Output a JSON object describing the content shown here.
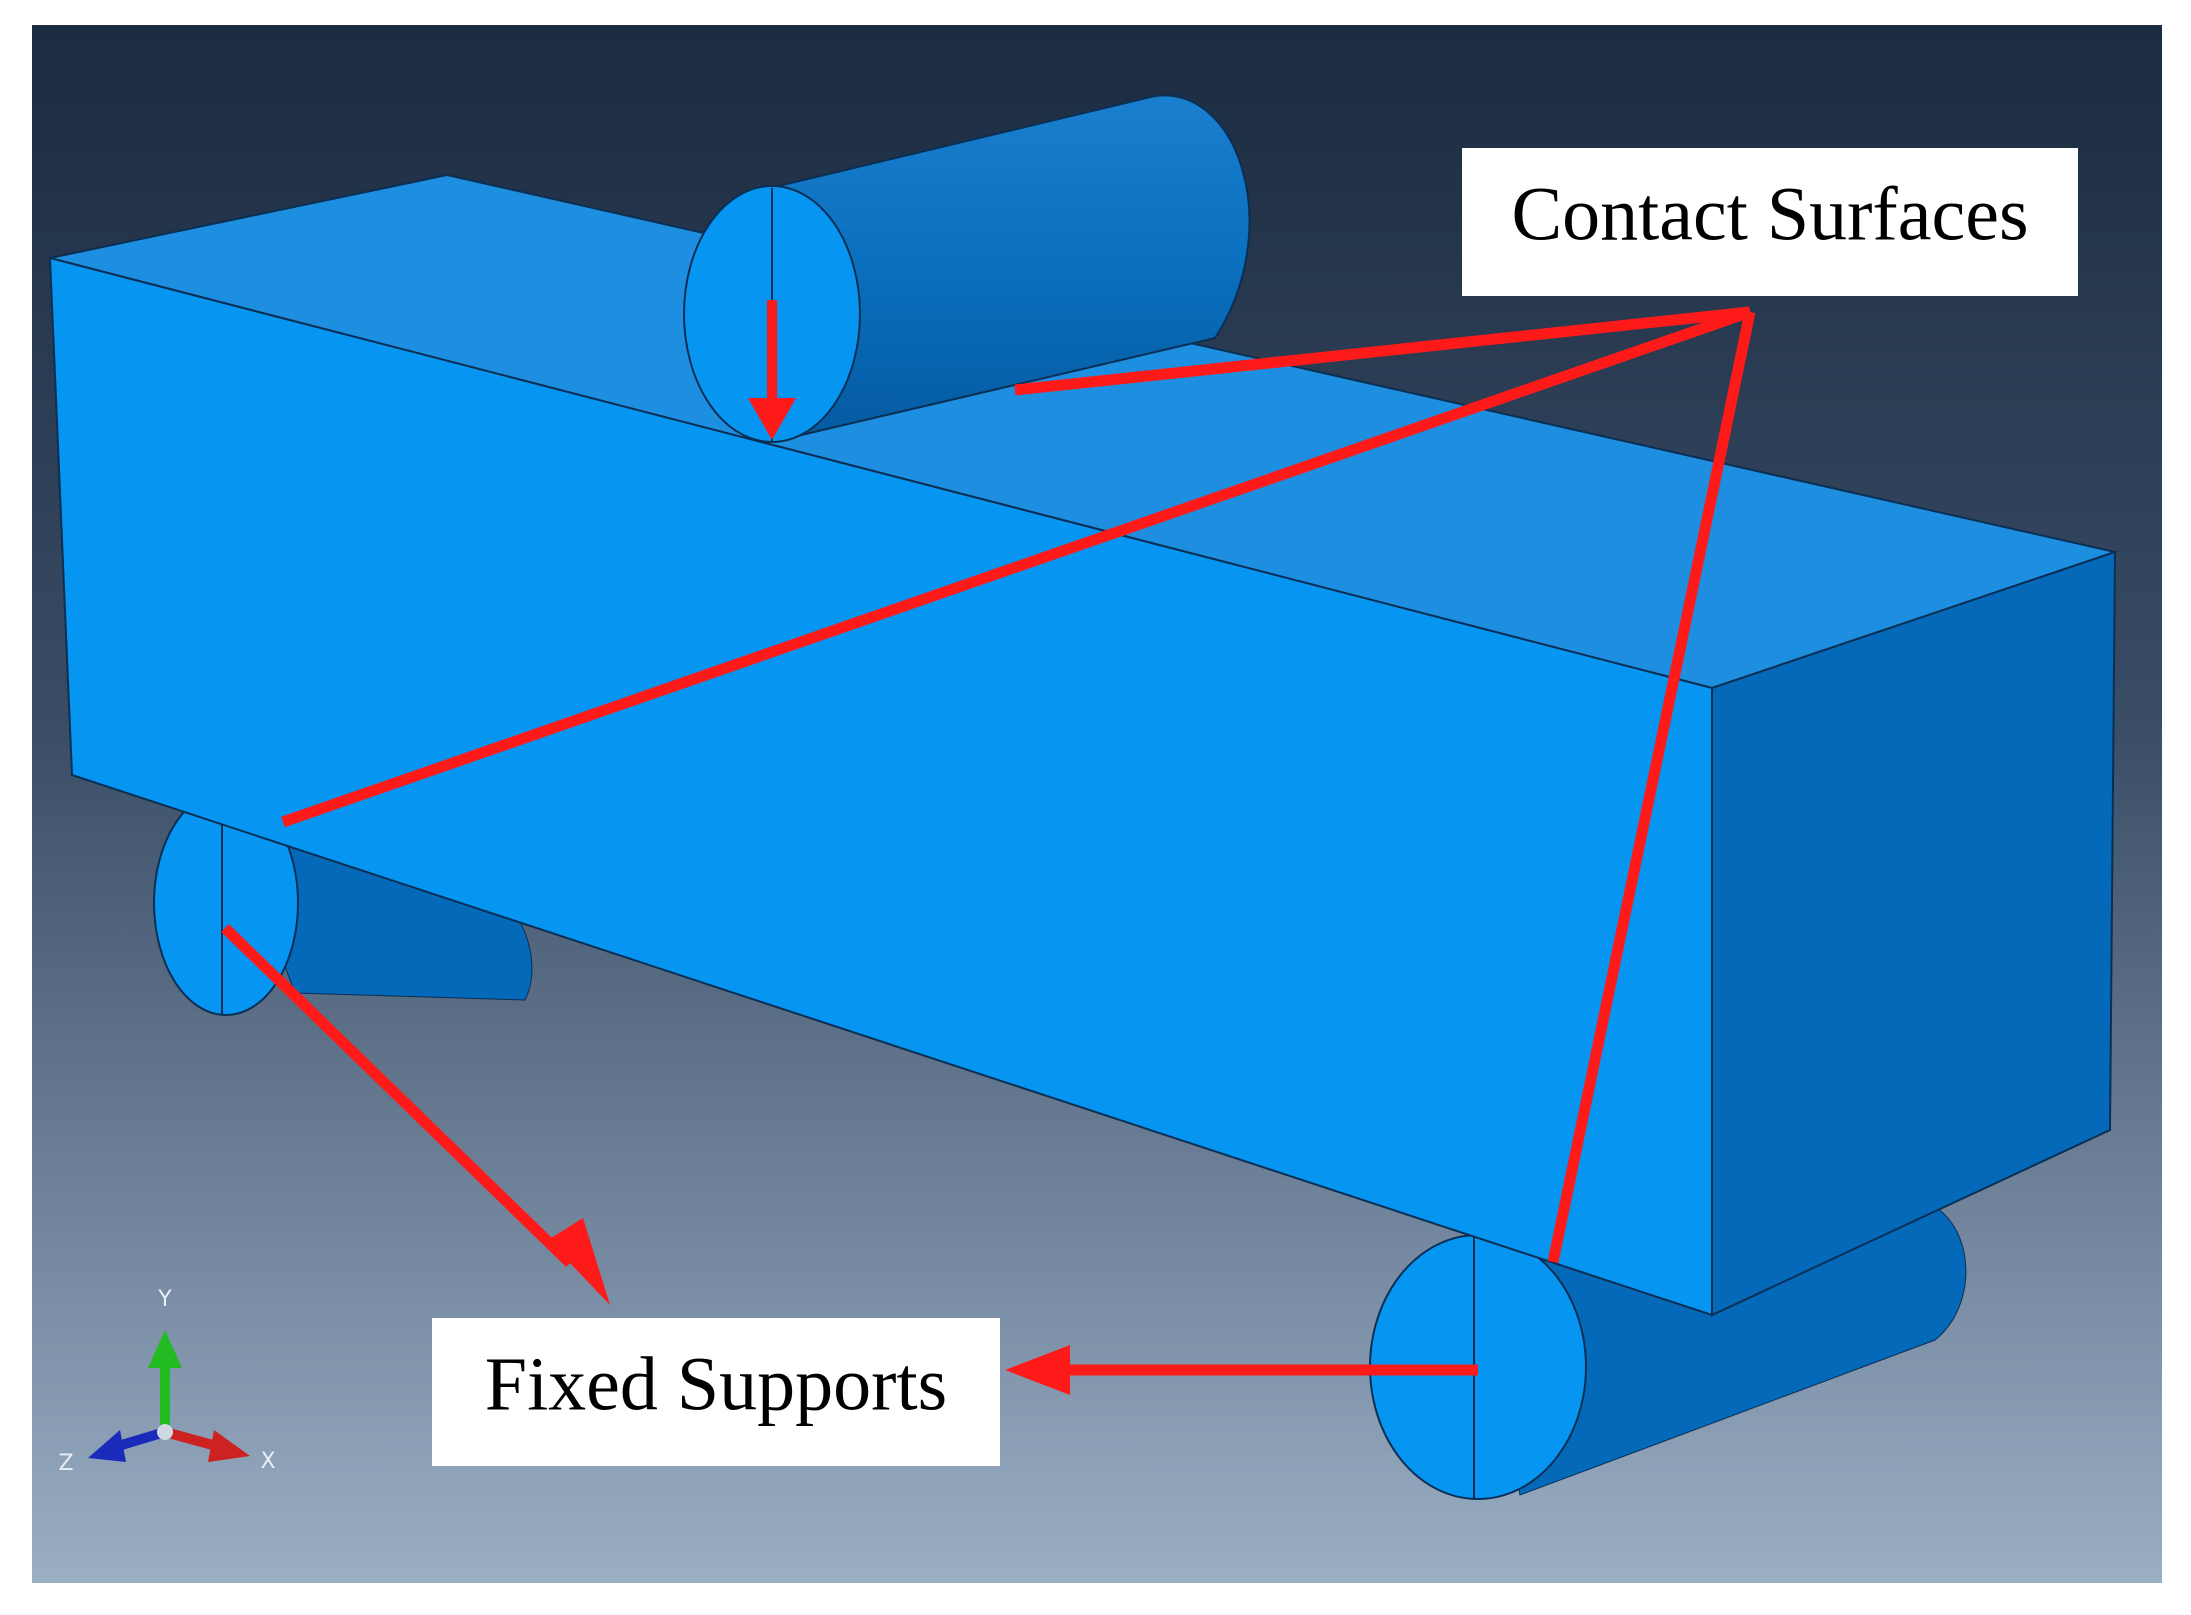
{
  "labels": {
    "contact_surfaces": "Contact Surfaces",
    "fixed_supports": "Fixed Supports"
  },
  "triad": {
    "y_label": "Y",
    "x_label": "X",
    "z_label": "Z"
  },
  "colors": {
    "background_top": "#1b2b40",
    "background_bottom": "#9aaec4",
    "model_top_face": "#1e8fe0",
    "model_front_face": "#0795f2",
    "model_end_face": "#0469b8",
    "model_edge": "#0a2f55",
    "annotation_arrow": "#ff1a1a",
    "label_box": "#ffffff",
    "axis_y": "#22bb22",
    "axis_x": "#cc2222",
    "axis_z": "#1a2bbb"
  },
  "icons": {
    "triad": "xyz-axis-triad-icon",
    "load_arrow": "down-arrow-icon"
  }
}
